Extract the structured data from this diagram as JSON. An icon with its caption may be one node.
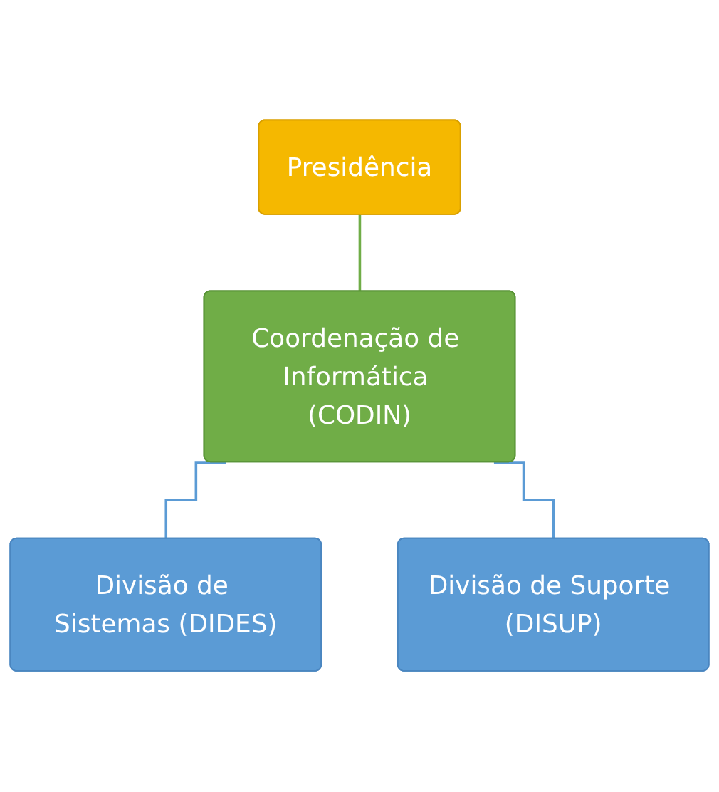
{
  "diagram": {
    "nodes": [
      {
        "text": [
          "Presidência"
        ]
      },
      {
        "text": [
          "Coordenação de Informática (CODIN)"
        ]
      },
      {
        "text": [
          "Divisão de Sistemas (DIDES)"
        ]
      },
      {
        "text": [
          "Divisão de Suporte (DISUP)"
        ]
      }
    ],
    "edges": [
      {
        "from": 0,
        "to": 1,
        "arrow": "none",
        "color": "#70ad47"
      },
      {
        "from": 1,
        "to": 2,
        "arrow": "none"
      },
      {
        "from": 1,
        "to": 3,
        "arrow": "none"
      }
    ]
  }
}
